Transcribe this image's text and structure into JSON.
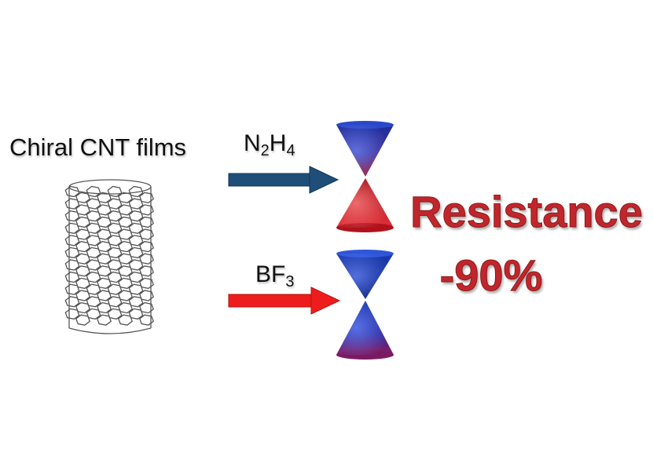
{
  "labels": {
    "film": "Chiral CNT films",
    "dopant_top_base": "N",
    "dopant_top_sub1": "2",
    "dopant_top_mid": "H",
    "dopant_top_sub2": "4",
    "dopant_bottom_base": "BF",
    "dopant_bottom_sub": "3",
    "result_line1": "Resistance",
    "result_line2": "-90%"
  },
  "colors": {
    "arrow_top": "#1f4e79",
    "arrow_bottom": "#ee1c1c",
    "cone_blue": "#1a2f9c",
    "cone_red": "#c0161f",
    "result_text": "#c0262b",
    "nanotube_line": "#555555"
  }
}
